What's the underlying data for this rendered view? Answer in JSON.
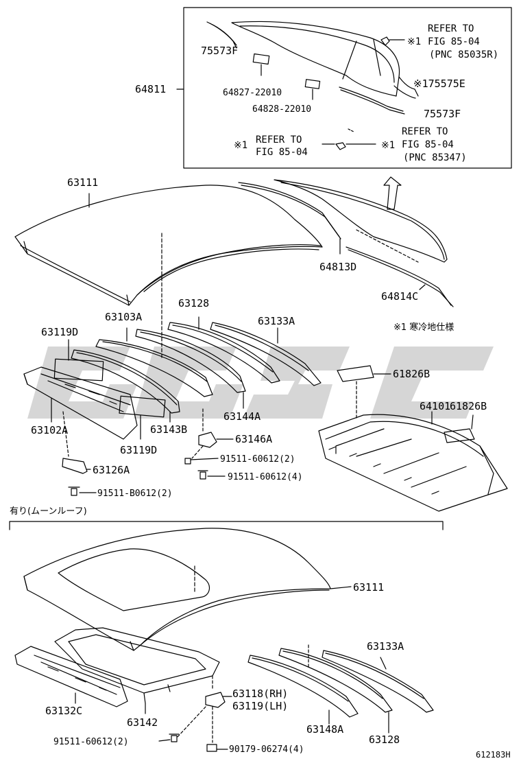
{
  "colors": {
    "ink": "#000000",
    "watermark": "#cfcfcf"
  },
  "top": {
    "p64811": "64811",
    "p75573F_a": "75573F",
    "p75573F_b": "75573F",
    "p75575E": "※175575E",
    "p64827": "64827-22010",
    "p64828": "64828-22010",
    "ref1_line1": "REFER TO",
    "ref1_mark": "※1",
    "ref1_line2": "FIG 85-04",
    "ref1_line3": "(PNC 85035R)",
    "ref2_mark": "※1",
    "ref2_line1": "REFER TO",
    "ref2_line2": "FIG 85-04",
    "ref3_mark": "※1",
    "ref3_line1": "REFER TO",
    "ref3_line2": "FIG 85-04",
    "ref3_line3": "(PNC 85347)"
  },
  "middle": {
    "p63111": "63111",
    "p64813D": "64813D",
    "p64814C": "64814C",
    "p63128": "63128",
    "p63103A": "63103A",
    "p63133A": "63133A",
    "p63119D_a": "63119D",
    "p63119D_b": "63119D",
    "note_cold": "※1 寒冷地仕様",
    "p61826B_a": "61826B",
    "p61826B_b": "61826B",
    "p64101": "64101",
    "p63102A": "63102A",
    "p63143B": "63143B",
    "p63144A": "63144A",
    "p63146A": "63146A",
    "p91511_60612_2": "91511-60612(2)",
    "p91511_60612_4": "91511-60612(4)",
    "p63126A": "63126A",
    "p91511_B0612": "91511-B0612(2)"
  },
  "bottom": {
    "section_title": "有り(ムーンルーフ)",
    "p63111": "63111",
    "p63133A": "63133A",
    "p63132C": "63132C",
    "p63142": "63142",
    "p63118": "63118(RH)",
    "p63119": "63119(LH)",
    "p63148A": "63148A",
    "p63128": "63128",
    "p91511_60612_2": "91511-60612(2)",
    "p90179": "90179-06274(4)",
    "figure_id": "612183H"
  }
}
